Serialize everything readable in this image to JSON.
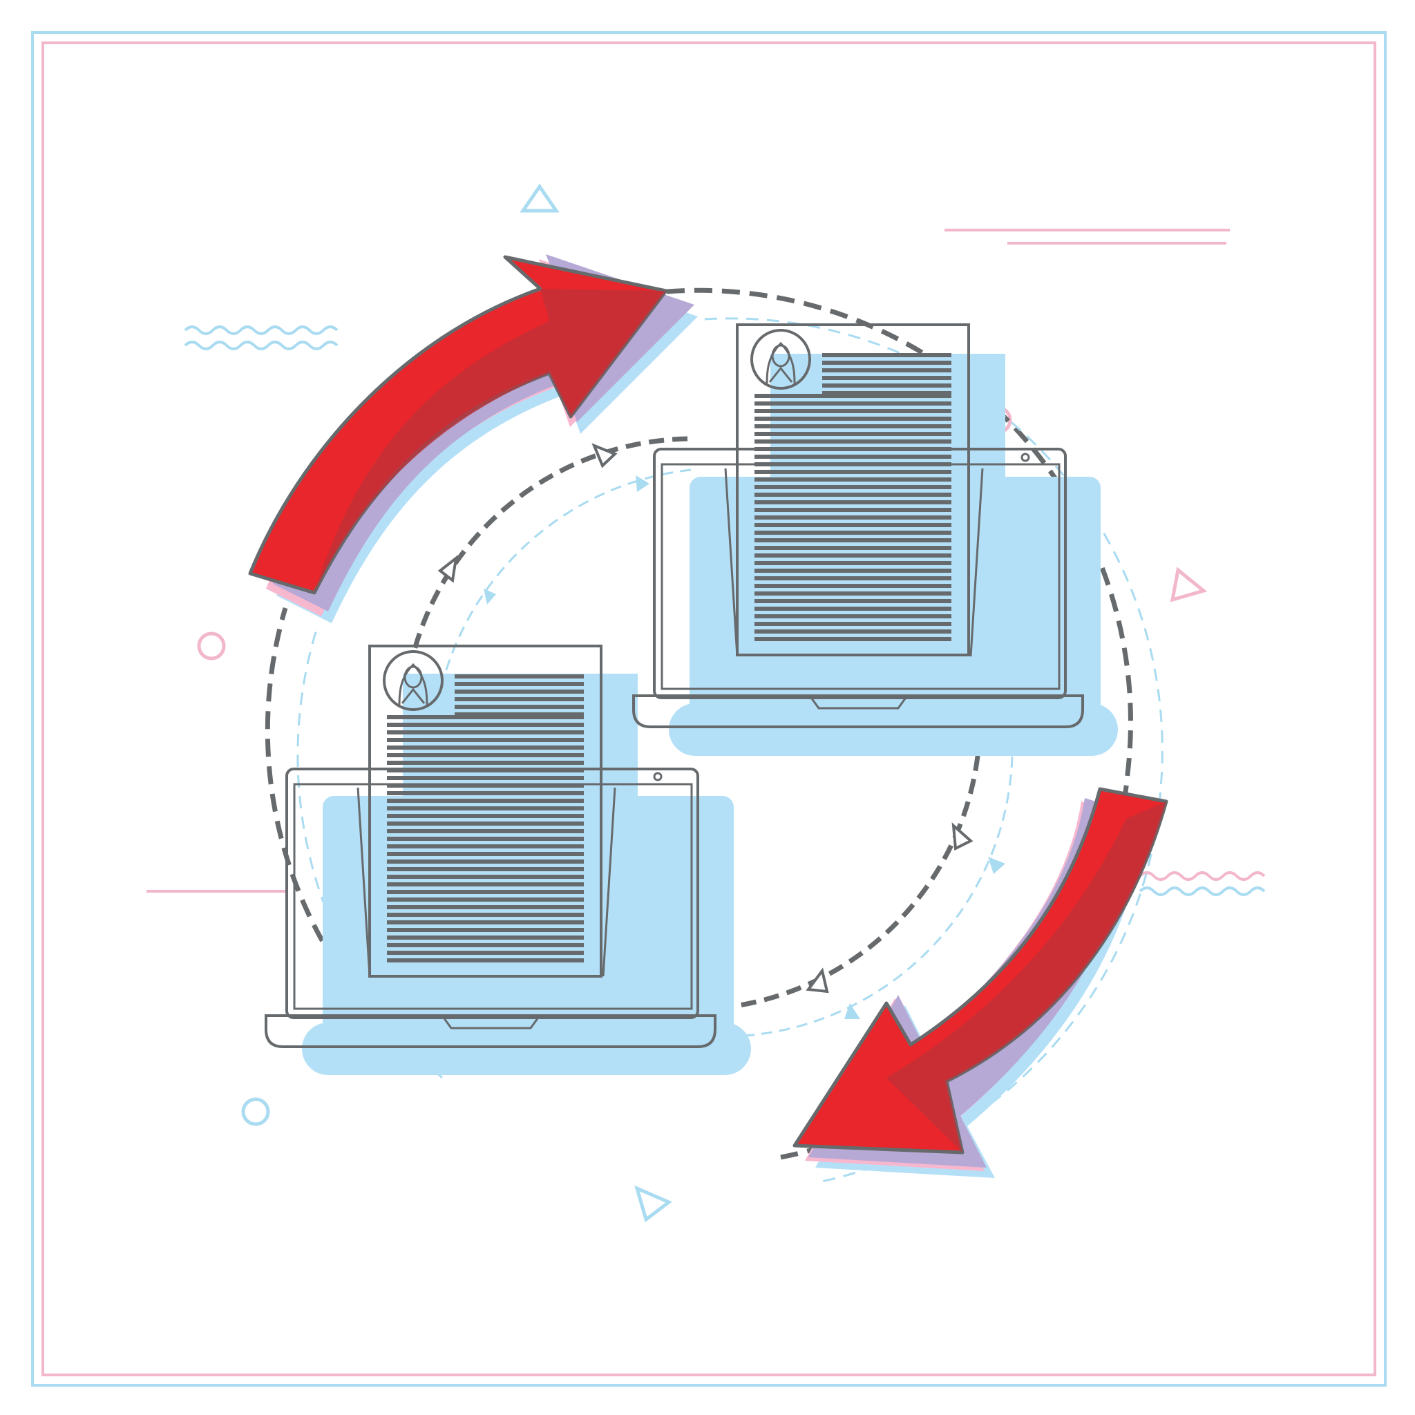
{
  "illustration": {
    "subject": "file-sync",
    "elements": [
      "outer-frame",
      "sync-arrow-top-left",
      "sync-arrow-bottom-right",
      "laptop-left",
      "laptop-right",
      "resume-document-left",
      "resume-document-right",
      "dashed-circle-outer",
      "dashed-circle-inner"
    ]
  },
  "colors": {
    "arrow_red": "#e8262b",
    "arrow_dark_red": "#c0313a",
    "shadow_purple": "#b7a9d6",
    "shadow_blue": "#b4e0f7",
    "shadow_pink": "#f7b8cf",
    "line_gray": "#666a6c",
    "frame_blue": "#a9dbf1",
    "frame_pink": "#f2b7cb",
    "background": "#ffffff"
  },
  "icons": [
    "user-avatar-icon",
    "sync-arrow-icon",
    "laptop-icon",
    "document-icon",
    "triangle-icon",
    "circle-icon",
    "plus-icon",
    "wave-icon"
  ]
}
